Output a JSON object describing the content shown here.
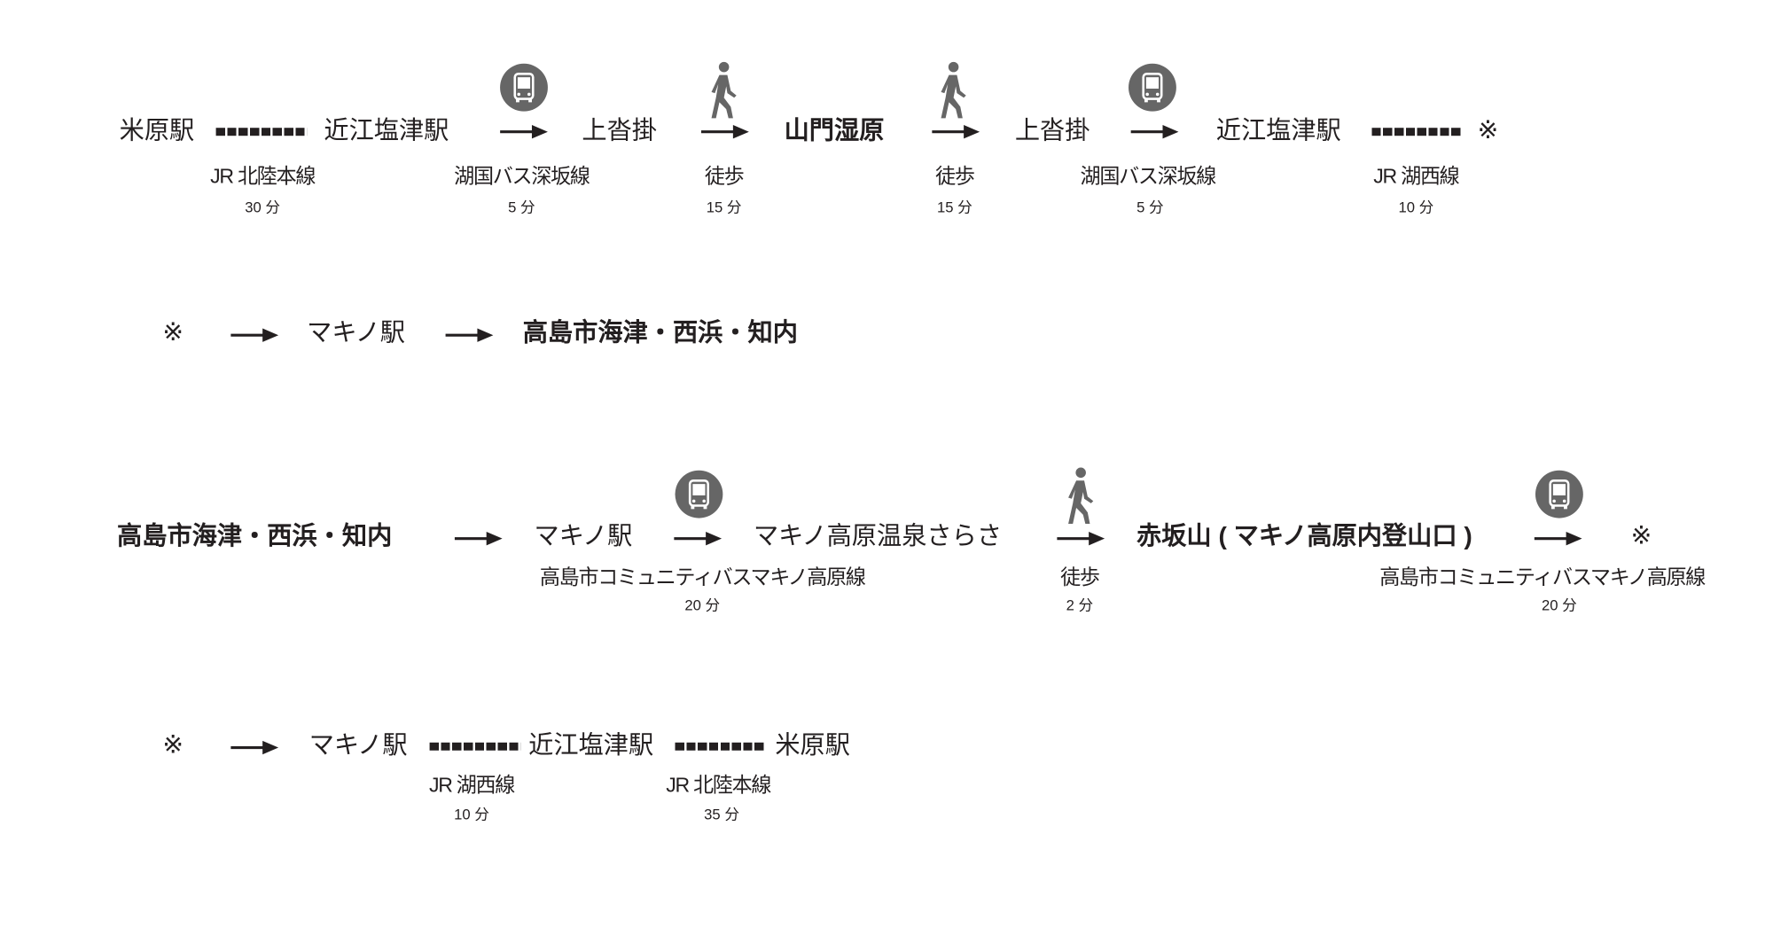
{
  "colors": {
    "text": "#231f20",
    "icon": "#666666"
  },
  "row1": {
    "stops": [
      "米原駅",
      "近江塩津駅",
      "上沓掛",
      "山門湿原",
      "上沓掛",
      "近江塩津駅",
      "※"
    ],
    "segments": [
      {
        "mode": "rail",
        "line": "JR 北陸本線",
        "time": "30 分"
      },
      {
        "mode": "bus",
        "line": "湖国バス深坂線",
        "time": "5 分"
      },
      {
        "mode": "walk",
        "line": "徒歩",
        "time": "15 分"
      },
      {
        "mode": "walk",
        "line": "徒歩",
        "time": "15 分"
      },
      {
        "mode": "bus",
        "line": "湖国バス深坂線",
        "time": "5 分"
      },
      {
        "mode": "rail",
        "line": "JR 湖西線",
        "time": "10 分"
      }
    ]
  },
  "row2": {
    "stops": [
      "※",
      "マキノ駅",
      "高島市海津・西浜・知内"
    ]
  },
  "row3": {
    "stops": [
      "高島市海津・西浜・知内",
      "マキノ駅",
      "マキノ高原温泉さらさ",
      "赤坂山 ( マキノ高原内登山口 )",
      "※"
    ],
    "segments": [
      {
        "mode": "bus",
        "line": "高島市コミュニティバスマキノ高原線",
        "time": "20 分"
      },
      {
        "mode": "walk",
        "line": "徒歩",
        "time": "2 分"
      },
      {
        "mode": "bus",
        "line": "高島市コミュニティバスマキノ高原線",
        "time": "20 分"
      }
    ]
  },
  "row4": {
    "stops": [
      "※",
      "マキノ駅",
      "近江塩津駅",
      "米原駅"
    ],
    "segments": [
      {
        "mode": "rail",
        "line": "JR 湖西線",
        "time": "10 分"
      },
      {
        "mode": "rail",
        "line": "JR 北陸本線",
        "time": "35 分"
      }
    ]
  }
}
